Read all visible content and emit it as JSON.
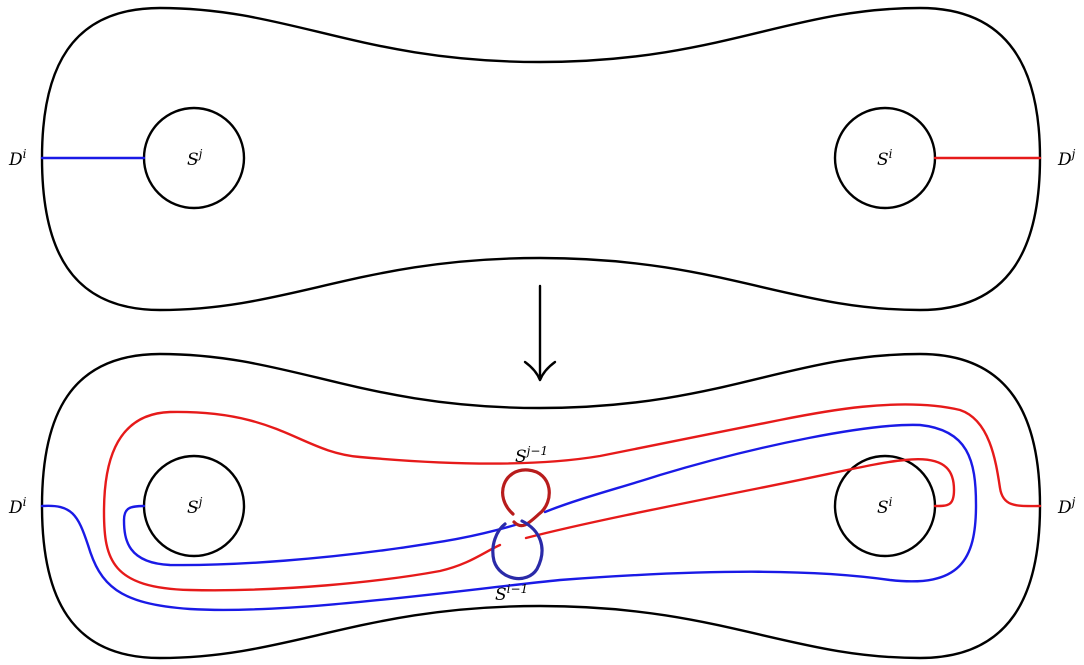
{
  "colors": {
    "blue": "#1a1ae6",
    "red": "#e61a1a",
    "blue_dark": "#2a2aa8",
    "red_dark": "#b81c1c",
    "outline": "#000000"
  },
  "top_diagram": {
    "left_disk": {
      "base": "D",
      "sup": "i"
    },
    "left_sphere": {
      "base": "S",
      "sup": "j"
    },
    "right_sphere": {
      "base": "S",
      "sup": "i"
    },
    "right_disk": {
      "base": "D",
      "sup": "j"
    }
  },
  "arrow_icon": "down-arrow",
  "bottom_diagram": {
    "left_disk": {
      "base": "D",
      "sup": "i"
    },
    "left_sphere": {
      "base": "S",
      "sup": "j"
    },
    "right_sphere": {
      "base": "S",
      "sup": "i"
    },
    "right_disk": {
      "base": "D",
      "sup": "j"
    },
    "upper_linking_sphere": {
      "base": "S",
      "sup": "j−1"
    },
    "lower_linking_sphere": {
      "base": "S",
      "sup": "i−1"
    }
  }
}
